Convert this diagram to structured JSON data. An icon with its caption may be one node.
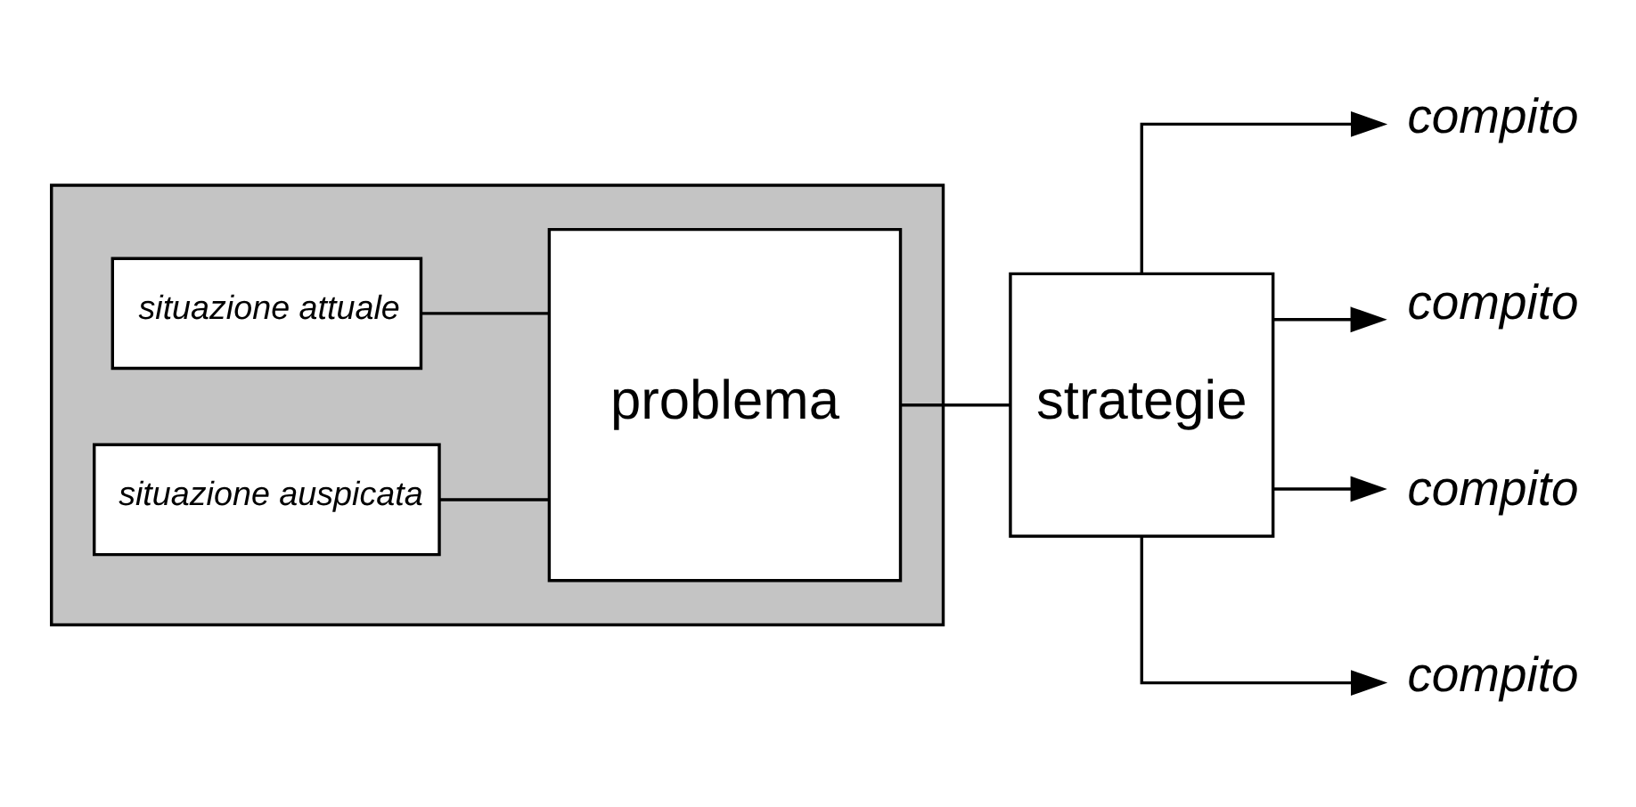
{
  "diagram": {
    "nodes": [
      {
        "text": [],
        "shape": "box"
      },
      {
        "text": [
          "situazione attuale"
        ],
        "in": 0
      },
      {
        "text": [
          "situazione auspicata"
        ],
        "in": 0
      },
      {
        "text": [
          "problema"
        ],
        "in": 0
      },
      {
        "text": [
          "strategie"
        ]
      },
      {
        "text": [
          "compito"
        ]
      },
      {
        "text": [
          "compito"
        ]
      },
      {
        "text": [
          "compito"
        ]
      },
      {
        "text": [
          "compito"
        ]
      }
    ],
    "edges": [
      {
        "from": 1,
        "to": 3,
        "arrow": "none"
      },
      {
        "from": 2,
        "to": 3,
        "arrow": "none"
      },
      {
        "from": 3,
        "to": 4,
        "arrow": "none"
      },
      {
        "from": 4,
        "to": 5,
        "arrow": "to"
      },
      {
        "from": 4,
        "to": 6,
        "arrow": "to"
      },
      {
        "from": 4,
        "to": 7,
        "arrow": "to"
      },
      {
        "from": 4,
        "to": 8,
        "arrow": "to"
      }
    ]
  }
}
